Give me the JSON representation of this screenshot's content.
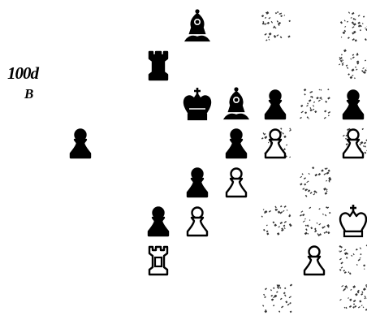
{
  "diagram": {
    "reference": "100d",
    "side_to_move": "B"
  },
  "board": {
    "files": 8,
    "ranks": 8,
    "colors": {
      "ink": "#000000",
      "paper": "#ffffff",
      "dark_square_speckle": "#333333"
    },
    "pieces": [
      {
        "id": "b-bishop-d8",
        "type": "bishop",
        "color": "black",
        "square": "d8"
      },
      {
        "id": "b-rook-c7",
        "type": "rook",
        "color": "black",
        "square": "c7"
      },
      {
        "id": "b-king-d6",
        "type": "king",
        "color": "black",
        "square": "d6"
      },
      {
        "id": "b-bishop-e6",
        "type": "bishop",
        "color": "black",
        "square": "e6"
      },
      {
        "id": "b-pawn-f6",
        "type": "pawn",
        "color": "black",
        "square": "f6"
      },
      {
        "id": "b-pawn-h6",
        "type": "pawn",
        "color": "black",
        "square": "h6"
      },
      {
        "id": "b-pawn-a5",
        "type": "pawn",
        "color": "black",
        "square": "a5"
      },
      {
        "id": "b-pawn-e5",
        "type": "pawn",
        "color": "black",
        "square": "e5"
      },
      {
        "id": "w-pawn-f5",
        "type": "pawn",
        "color": "white",
        "square": "f5"
      },
      {
        "id": "w-pawn-h5",
        "type": "pawn",
        "color": "white",
        "square": "h5"
      },
      {
        "id": "b-pawn-d4",
        "type": "pawn",
        "color": "black",
        "square": "d4"
      },
      {
        "id": "w-pawn-e4",
        "type": "pawn",
        "color": "white",
        "square": "e4"
      },
      {
        "id": "b-pawn-c3",
        "type": "pawn",
        "color": "black",
        "square": "c3"
      },
      {
        "id": "w-pawn-d3",
        "type": "pawn",
        "color": "white",
        "square": "d3"
      },
      {
        "id": "w-king-h3",
        "type": "king",
        "color": "white",
        "square": "h3"
      },
      {
        "id": "w-rook-c2",
        "type": "rook",
        "color": "white",
        "square": "c2"
      },
      {
        "id": "w-pawn-g2",
        "type": "pawn",
        "color": "white",
        "square": "g2"
      }
    ],
    "speckled_squares": [
      "f8",
      "h8",
      "h7",
      "g6",
      "f5",
      "h5",
      "g4",
      "f3",
      "h2",
      "f1",
      "h1",
      "g3"
    ]
  }
}
